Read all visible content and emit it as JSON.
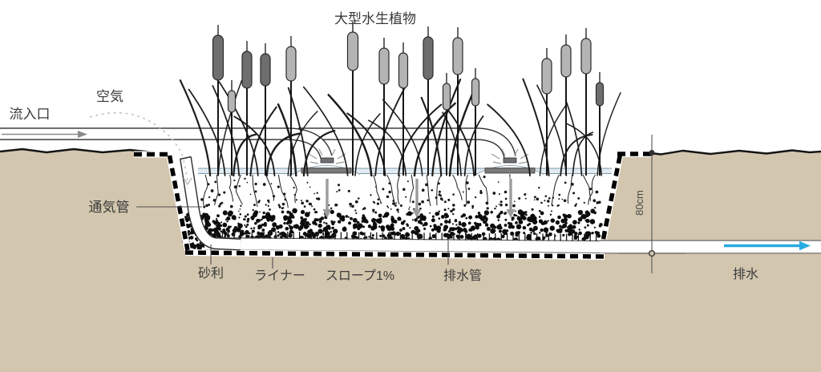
{
  "diagram": {
    "title": "大型水生植物",
    "labels": {
      "inlet": "流入口",
      "air": "空気",
      "vent_pipe": "通気管",
      "gravel": "砂利",
      "liner": "ライナー",
      "slope": "スロープ1%",
      "drain_pipe": "排水管",
      "outflow": "排水",
      "depth": "80cm"
    },
    "colors": {
      "ground": "#d3c6ae",
      "ground_outline": "#141414",
      "water_fill": "#e2ebf1",
      "water_line": "#7f98a9",
      "outflow_arrow": "#29abe2",
      "flow_arrow": "#8a8a8a",
      "percolation_arrow": "#9c9c9c",
      "air_arrow": "#c4c4c4",
      "cattail_dark": "#6e6e6e",
      "cattail_light": "#b4b4b4",
      "label_text": "#3a3a3a"
    }
  }
}
